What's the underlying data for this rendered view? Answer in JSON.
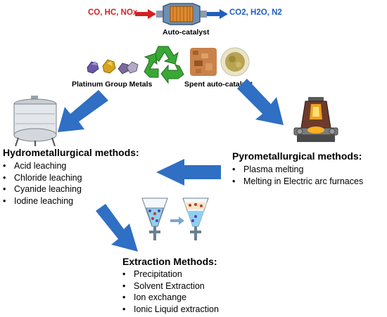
{
  "catalyst": {
    "reactants": "CO, HC, NOx",
    "products": "CO2, H2O, N2",
    "label": "Auto-catalyst"
  },
  "pgm_label": "Platinum Group Metals",
  "spent_label": "Spent auto-catalyst",
  "hydro": {
    "title": "Hydrometallurgical methods:",
    "items": [
      "Acid leaching",
      "Chloride leaching",
      "Cyanide leaching",
      "Iodine leaching"
    ]
  },
  "pyro": {
    "title": "Pyrometallurgical methods:",
    "items": [
      "Plasma melting",
      "Melting in Electric arc furnaces"
    ]
  },
  "extraction": {
    "title": "Extraction Methods:",
    "items": [
      "Precipitation",
      "Solvent Extraction",
      "Ion exchange",
      "Ionic Liquid extraction"
    ]
  },
  "bullet": "•",
  "colors": {
    "arrow": "#1f5fbf",
    "reactant": "#d32020",
    "recycle": "#39a935"
  },
  "icons": [
    "catalytic-converter-icon",
    "pgm-crystals-icon",
    "recycle-icon",
    "spent-catalyst-icon",
    "reactor-vessel-icon",
    "furnace-icon",
    "separatory-funnels-icon"
  ]
}
